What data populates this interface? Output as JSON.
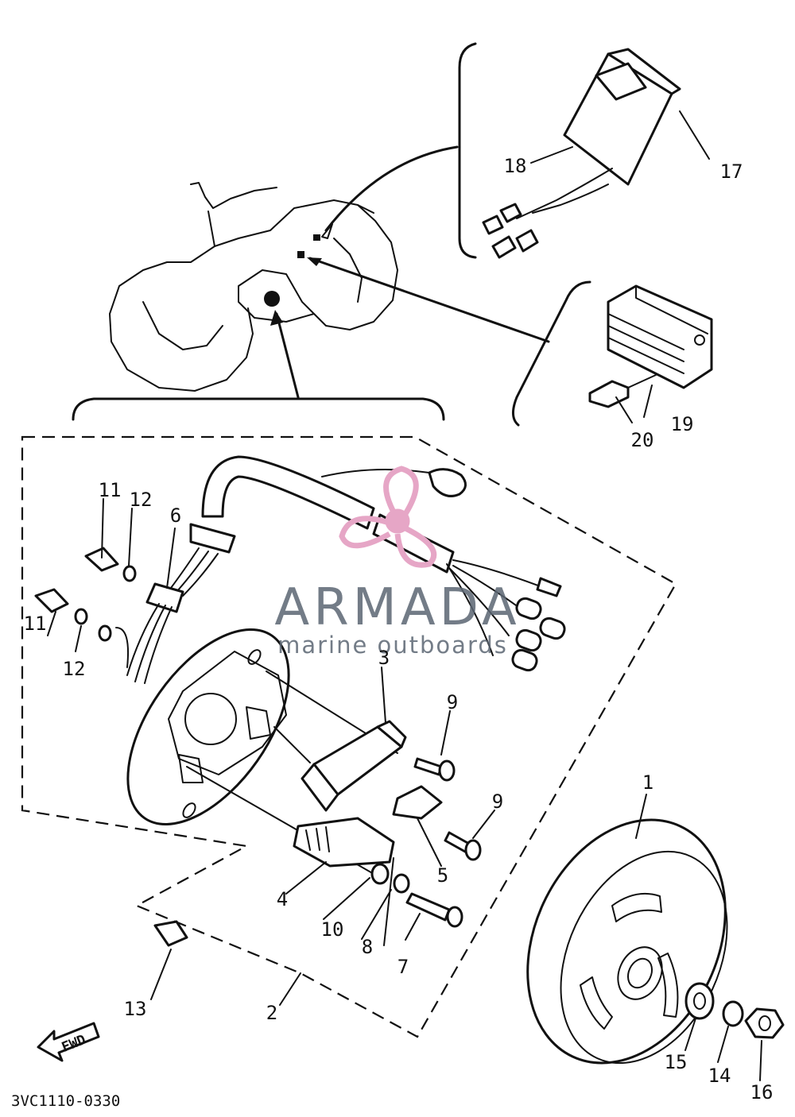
{
  "watermark": {
    "title": "ARMADA",
    "subtitle": "marine outboards",
    "logo_icon": "propeller-logo-icon",
    "logo_color": "#e6a6c6"
  },
  "diagram_code": "3VC1110-0330",
  "fwd_label": "FWD",
  "callouts": [
    {
      "id": "1",
      "text": "1"
    },
    {
      "id": "2",
      "text": "2"
    },
    {
      "id": "3",
      "text": "3"
    },
    {
      "id": "4",
      "text": "4"
    },
    {
      "id": "5",
      "text": "5"
    },
    {
      "id": "6",
      "text": "6"
    },
    {
      "id": "7",
      "text": "7"
    },
    {
      "id": "8",
      "text": "8"
    },
    {
      "id": "9a",
      "text": "9"
    },
    {
      "id": "9b",
      "text": "9"
    },
    {
      "id": "10",
      "text": "10"
    },
    {
      "id": "11a",
      "text": "11"
    },
    {
      "id": "11b",
      "text": "11"
    },
    {
      "id": "12a",
      "text": "12"
    },
    {
      "id": "12b",
      "text": "12"
    },
    {
      "id": "13",
      "text": "13"
    },
    {
      "id": "14",
      "text": "14"
    },
    {
      "id": "15",
      "text": "15"
    },
    {
      "id": "16",
      "text": "16"
    },
    {
      "id": "17",
      "text": "17"
    },
    {
      "id": "18",
      "text": "18"
    },
    {
      "id": "19",
      "text": "19"
    },
    {
      "id": "20",
      "text": "20"
    }
  ]
}
